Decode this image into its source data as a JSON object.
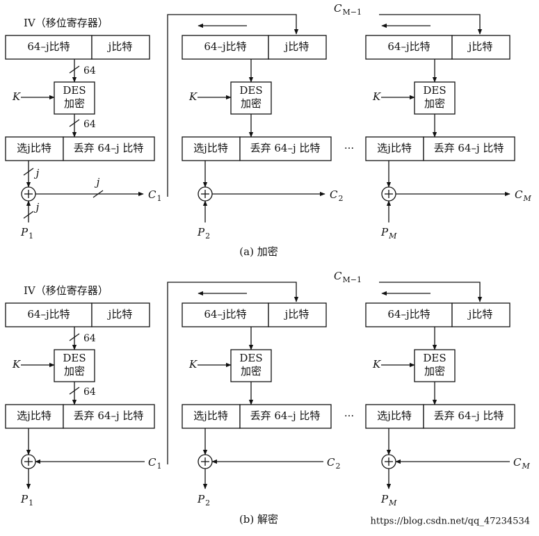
{
  "panels": [
    {
      "id": "a",
      "caption": "(a)  加密",
      "iv_label": "IV（移位寄存器）",
      "reg_left": "64–j比特",
      "reg_right": "j比特",
      "key": "K",
      "des": [
        "DES",
        "加密"
      ],
      "bus_width": "64",
      "out_select": "选j比特",
      "out_discard": "丢弃 64–j 比特",
      "j_mark": "j",
      "c_prev": "C_{M−1}",
      "ellipsis": "···",
      "stages": [
        {
          "ctext": "C",
          "csub": "1",
          "ptext": "P",
          "psub": "1"
        },
        {
          "ctext": "C",
          "csub": "2",
          "ptext": "P",
          "psub": "2"
        },
        {
          "ctext": "C",
          "csub": "M",
          "ptext": "P",
          "psub": "M"
        }
      ]
    },
    {
      "id": "b",
      "caption": "(b)  解密",
      "iv_label": "IV（移位寄存器）",
      "reg_left": "64–j比特",
      "reg_right": "j比特",
      "key": "K",
      "des": [
        "DES",
        "加密"
      ],
      "bus_width": "64",
      "out_select": "选j比特",
      "out_discard": "丢弃 64–j 比特",
      "c_prev": "C_{M−1}",
      "ellipsis": "···",
      "stages": [
        {
          "ctext": "C",
          "csub": "1",
          "ptext": "P",
          "psub": "1"
        },
        {
          "ctext": "C",
          "csub": "2",
          "ptext": "P",
          "psub": "2"
        },
        {
          "ctext": "C",
          "csub": "M",
          "ptext": "P",
          "psub": "M"
        }
      ]
    }
  ],
  "watermark": "https://blog.csdn.net/qq_47234534"
}
